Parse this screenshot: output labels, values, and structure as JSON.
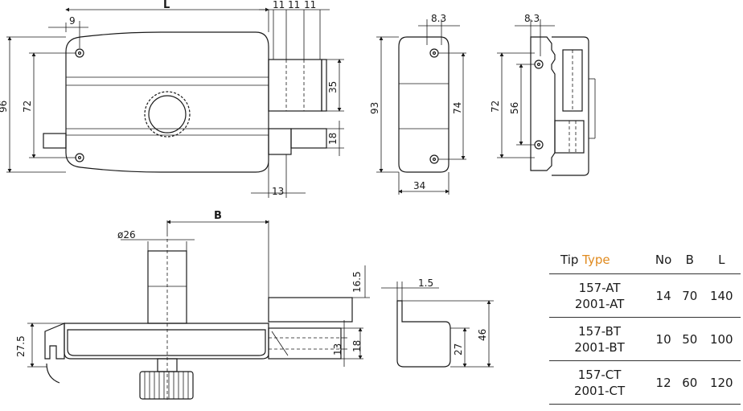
{
  "front_view": {
    "dims": {
      "L": "L",
      "d9": "9",
      "d11a": "11",
      "d11b": "11",
      "d11c": "11",
      "d96": "96",
      "d72": "72",
      "d35": "35",
      "d18": "18",
      "d13": "13"
    }
  },
  "side_view": {
    "dims": {
      "d83": "8.3",
      "d93": "93",
      "d74": "74",
      "d34": "34"
    }
  },
  "plate_view": {
    "dims": {
      "d83": "8.3",
      "d72": "72",
      "d56": "56"
    }
  },
  "bottom_view": {
    "dims": {
      "B": "B",
      "d26": "ø26",
      "d275": "27.5",
      "d165": "16.5",
      "d13": "13",
      "d18": "18"
    }
  },
  "bracket_view": {
    "dims": {
      "d15": "1.5",
      "d27": "27",
      "d46": "46"
    }
  },
  "table": {
    "headers": {
      "tip": "Tip ",
      "type": "Type",
      "no": "No",
      "b": "B",
      "l": "L"
    },
    "rows": [
      {
        "tip1": "157-AT",
        "tip2": "2001-AT",
        "no": "14",
        "b": "70",
        "l": "140"
      },
      {
        "tip1": "157-BT",
        "tip2": "2001-BT",
        "no": "10",
        "b": "50",
        "l": "100"
      },
      {
        "tip1": "157-CT",
        "tip2": "2001-CT",
        "no": "12",
        "b": "60",
        "l": "120"
      }
    ]
  },
  "colors": {
    "accent": "#e08a1e",
    "line": "#1a1a1a"
  }
}
